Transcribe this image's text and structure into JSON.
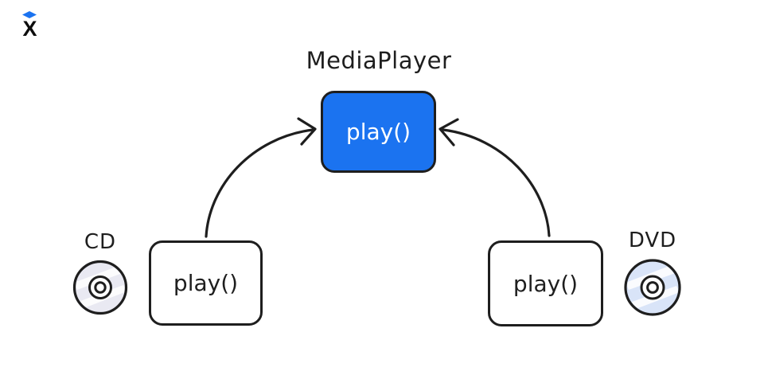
{
  "logo": {
    "letter": "X"
  },
  "diagram": {
    "title": "MediaPlayer",
    "interface_box": {
      "method": "play()"
    },
    "cd": {
      "label": "CD",
      "method": "play()"
    },
    "dvd": {
      "label": "DVD",
      "method": "play()"
    }
  },
  "colors": {
    "accent_blue": "#1b73f0",
    "ink": "#1e1e1e",
    "box_text_light": "#ffffff",
    "cd_disc_fill": "#e9e9f2",
    "dvd_disc_fill": "#d9e4f8"
  }
}
